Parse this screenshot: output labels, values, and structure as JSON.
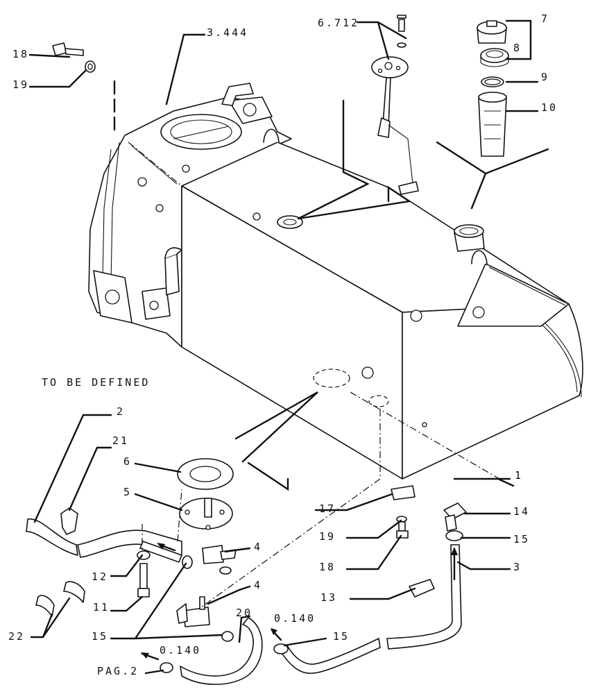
{
  "labels": {
    "l_3444": "3.444",
    "l_6712": "6.712",
    "l_7": "7",
    "l_8": "8",
    "l_9": "9",
    "l_10": "10",
    "l_18a": "18",
    "l_19a": "19",
    "l_tbd": "TO BE DEFINED",
    "l_2": "2",
    "l_21": "21",
    "l_6": "6",
    "l_5": "5",
    "l_4a": "4",
    "l_4b": "4",
    "l_1": "1",
    "l_14": "14",
    "l_15a": "15",
    "l_3": "3",
    "l_17": "17",
    "l_19b": "19",
    "l_18b": "18",
    "l_13": "13",
    "l_12": "12",
    "l_11": "11",
    "l_22": "22",
    "l_15b": "15",
    "l_20": "20",
    "l_0140a": "0.140",
    "l_15c": "15",
    "l_0140b": "0.140",
    "l_pag2": "PAG.2"
  }
}
